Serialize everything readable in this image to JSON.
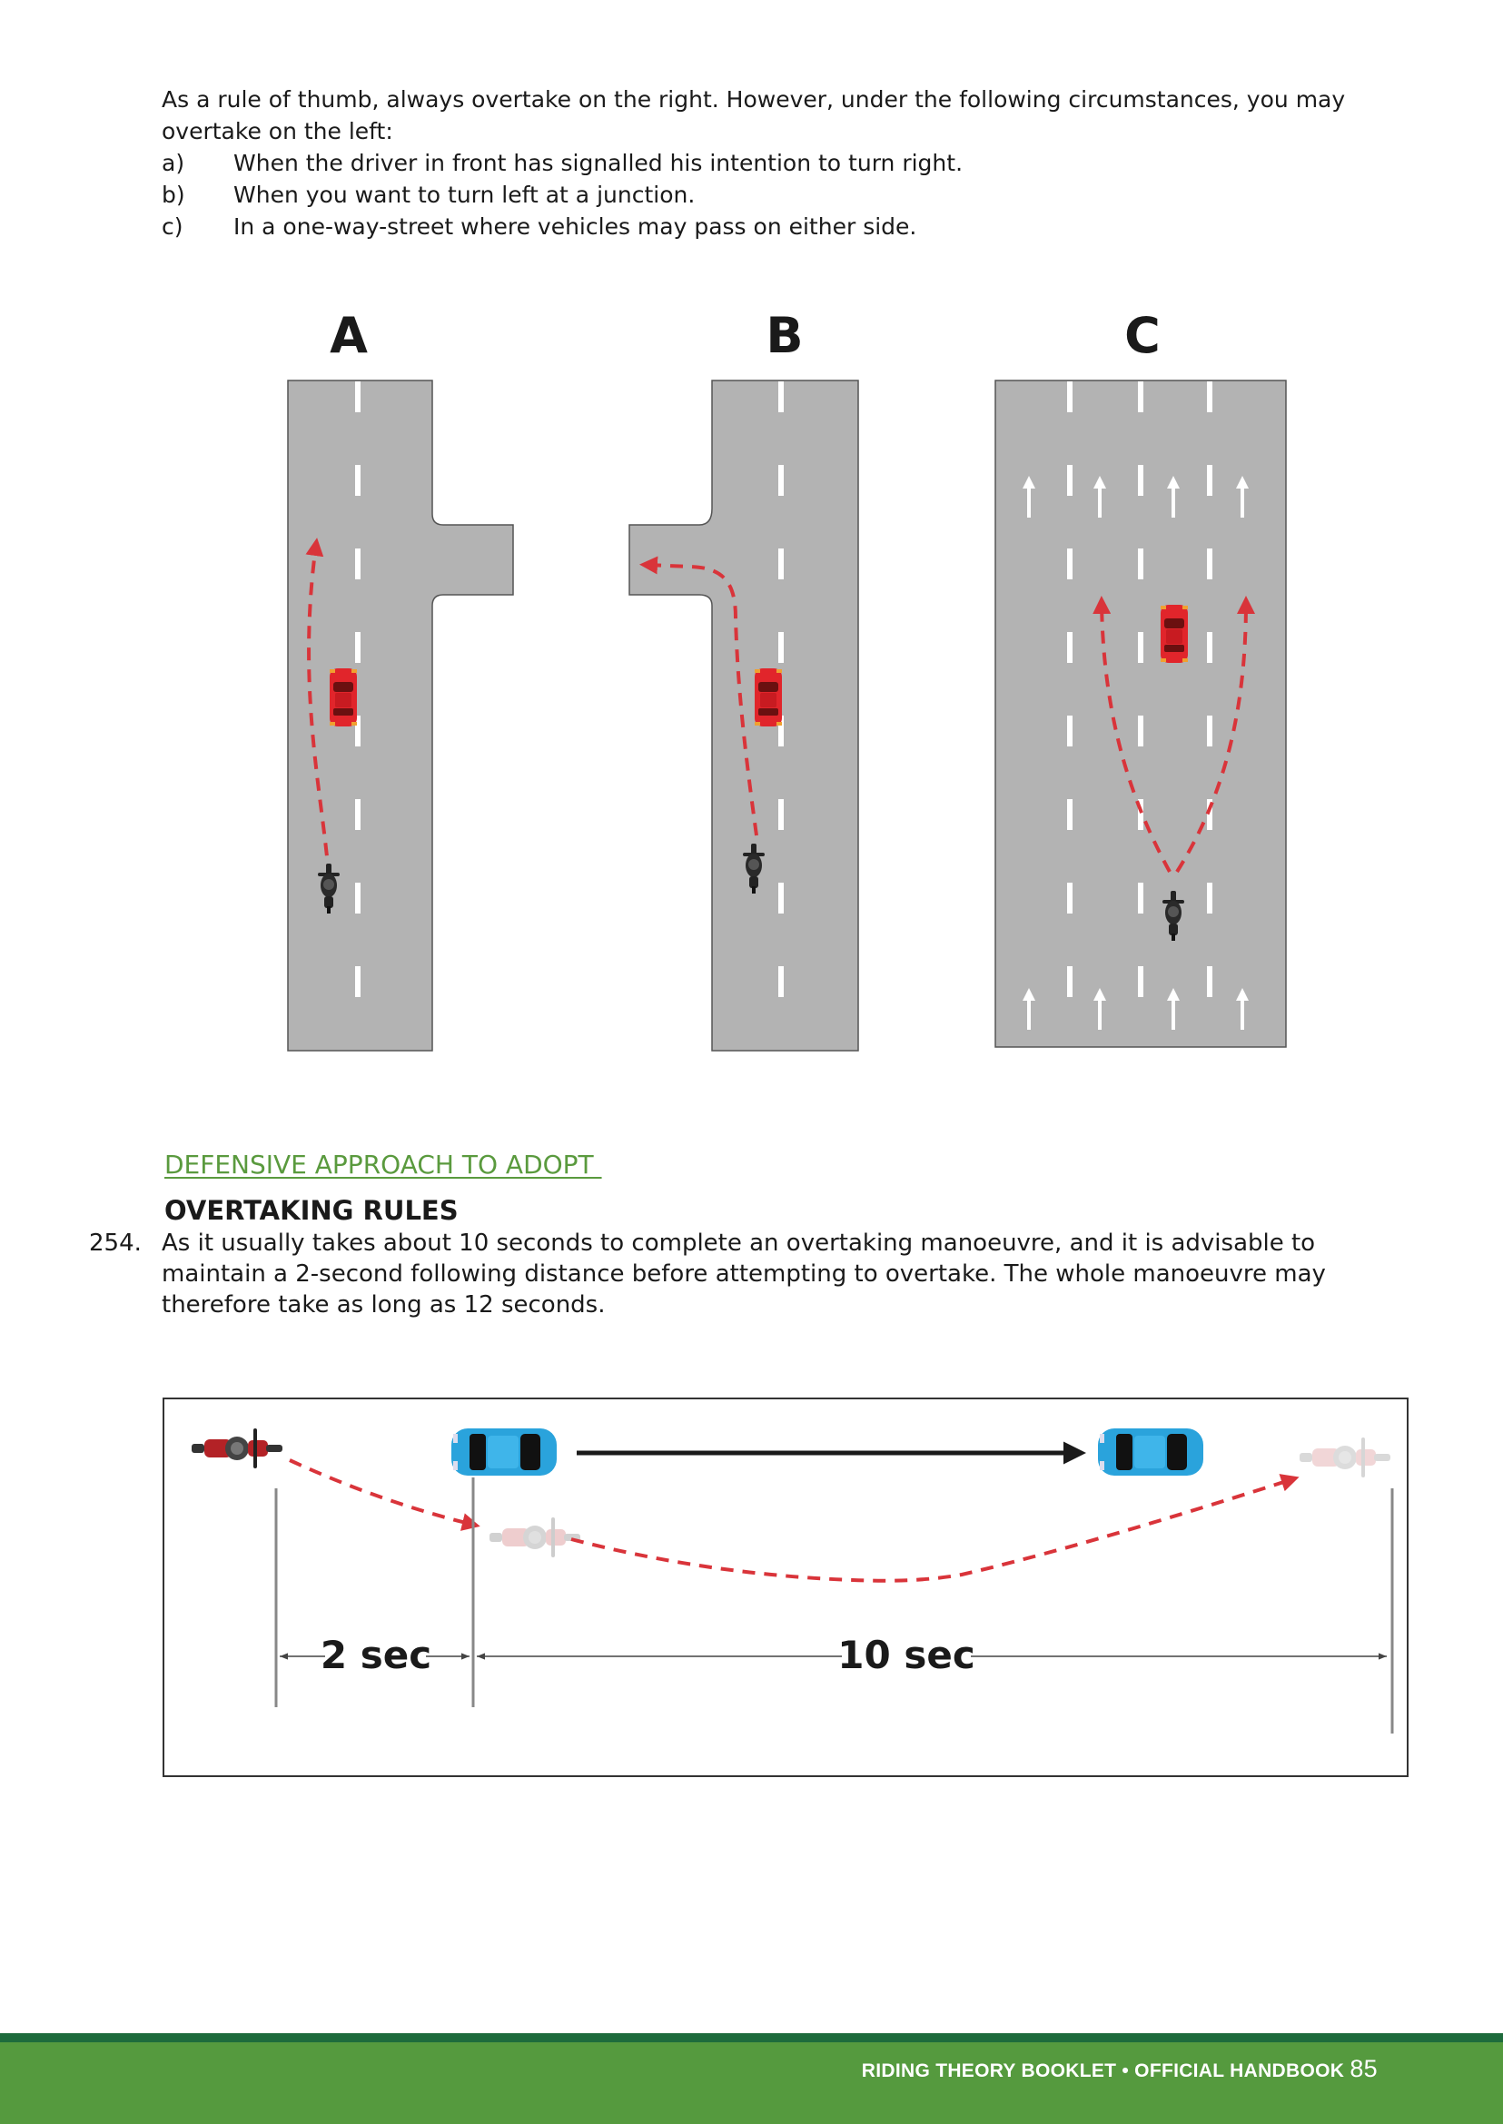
{
  "intro": {
    "text": "As a rule of thumb, always overtake on the right. However, under the following circumstances, you may overtake on the left:",
    "items": [
      {
        "letter": "a)",
        "text": "When the driver in front has signalled his intention to turn right."
      },
      {
        "letter": "b)",
        "text": "When you want to turn left at a junction."
      },
      {
        "letter": "c)",
        "text": "In a one-way-street where vehicles may pass on either side."
      }
    ]
  },
  "figure_abc": {
    "labels": [
      "A",
      "B",
      "C"
    ],
    "colors": {
      "road": "#b3b3b3",
      "marking": "#ffffff",
      "path": "#d9343a",
      "car": "#e1252b",
      "motorcycle": "#222222"
    }
  },
  "section": {
    "heading": "DEFENSIVE APPROACH TO ADOPT ",
    "subheading": "OVERTAKING RULES",
    "para_number": "254.",
    "para_text": "As it usually takes about 10 seconds to complete an overtaking manoeuvre, and it is advisable to maintain a 2-second following distance before attempting to overtake. The whole manoeuvre may therefore take as long as 12 seconds."
  },
  "overtake_figure": {
    "label_short": "2 sec",
    "label_long": "10 sec",
    "colors": {
      "car": "#2aa3dc",
      "path": "#d9343a",
      "motorcycle": "#b32226"
    }
  },
  "footer": {
    "text": "RIDING THEORY BOOKLET • OFFICIAL HANDBOOK",
    "page_number": "85"
  }
}
